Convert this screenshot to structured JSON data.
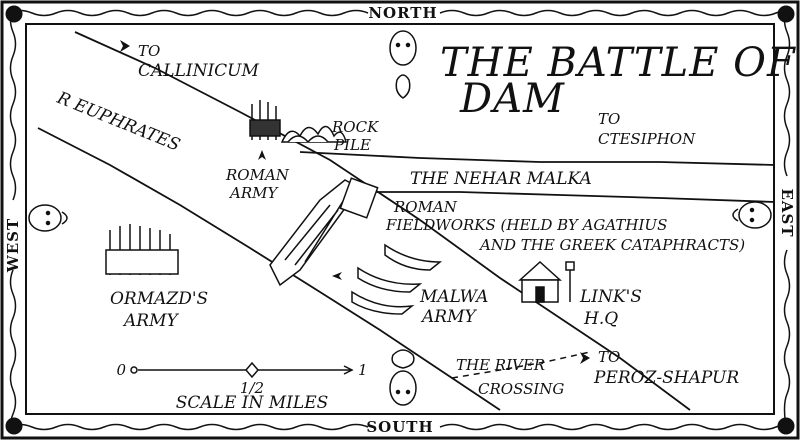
{
  "map": {
    "title_line1": "THE BATTLE OF THE",
    "title_line2": "DAM",
    "directions": {
      "north": "NORTH",
      "south": "SOUTH",
      "east": "EAST",
      "west": "WEST"
    },
    "places": {
      "to_callinicum_1": "TO",
      "to_callinicum_2": "CALLINICUM",
      "euphrates": "R EUPHRATES",
      "rock_pile_1": "ROCK",
      "rock_pile_2": "PILE",
      "to_ctesiphon_1": "TO",
      "to_ctesiphon_2": "CTESIPHON",
      "nehar_malka": "THE NEHAR MALKA",
      "roman_army_1": "ROMAN",
      "roman_army_2": "ARMY",
      "fieldworks_1": "ROMAN",
      "fieldworks_2": "FIELDWORKS (HELD BY AGATHIUS",
      "fieldworks_3": "AND THE GREEK CATAPHRACTS)",
      "ormazd_1": "ORMAZD'S",
      "ormazd_2": "ARMY",
      "malwa_1": "MALWA",
      "malwa_2": "ARMY",
      "link_hq_1": "LINK'S",
      "link_hq_2": "H.Q",
      "river_crossing_1": "THE RIVER",
      "river_crossing_2": "CROSSING",
      "to_peroz_1": "TO",
      "to_peroz_2": "PEROZ-SHAPUR"
    },
    "scale": {
      "start": "0",
      "mid": "1/2",
      "end": "1",
      "label": "SCALE IN MILES"
    }
  }
}
